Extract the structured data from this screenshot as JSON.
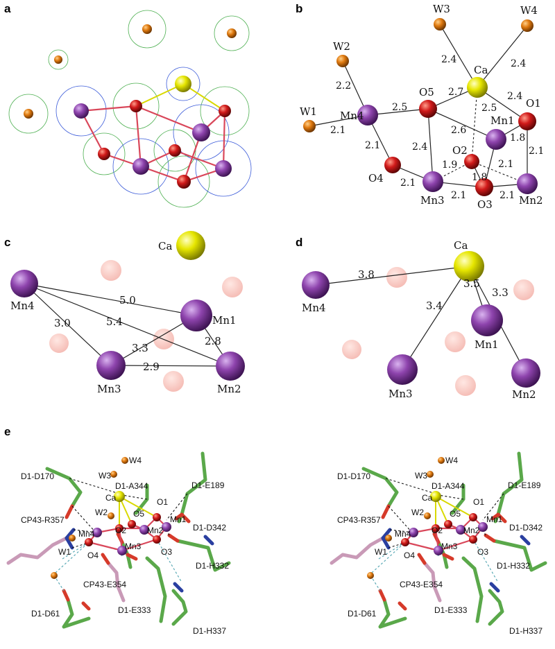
{
  "colors": {
    "mn": "#8e44ad",
    "ca": "#e6e600",
    "oxo": "#d11a1a",
    "water": "#e07a10",
    "carbon": "#5aa84a",
    "cp43_carbon": "#c99ab7",
    "nitrogen": "#2a3fa0",
    "oxygen_stick": "#d63a2a",
    "mesh_blue": "#3b5bd9",
    "mesh_green": "#4caf50"
  },
  "panel_labels": {
    "a": "a",
    "b": "b",
    "c": "c",
    "d": "d",
    "e": "e"
  },
  "panel_b": {
    "atoms": {
      "W1": "W1",
      "W2": "W2",
      "W3": "W3",
      "W4": "W4",
      "Mn1": "Mn1",
      "Mn2": "Mn2",
      "Mn3": "Mn3",
      "Mn4": "Mn4",
      "Ca": "Ca",
      "O1": "O1",
      "O2": "O2",
      "O3": "O3",
      "O4": "O4",
      "O5": "O5"
    },
    "distances": {
      "W2_Mn4": "2.2",
      "W1_Mn4": "2.1",
      "Mn4_O5": "2.5",
      "Mn4_O4": "2.1",
      "W3_Ca": "2.4",
      "W4_Ca": "2.4",
      "O5_Ca": "2.7",
      "Ca_O1": "2.4",
      "Ca_O2": "2.5",
      "O5_Mn1": "2.6",
      "O5_Mn3": "2.4",
      "Mn1_O1": "1.8",
      "O1_Mn2": "2.1",
      "O4_Mn3": "2.1",
      "Mn3_O2": "1.9",
      "O2_Mn2": "2.1",
      "O2_O3": "1.8",
      "Mn3_O3": "2.1",
      "O3_Mn2": "2.1"
    }
  },
  "panel_c": {
    "atoms": {
      "Ca": "Ca",
      "Mn1": "Mn1",
      "Mn2": "Mn2",
      "Mn3": "Mn3",
      "Mn4": "Mn4"
    },
    "distances": {
      "Mn4_Mn1": "5.0",
      "Mn4_Mn2": "5.4",
      "Mn4_Mn3": "3.0",
      "Mn3_Mn1": "3.3",
      "Mn3_Mn2": "2.9",
      "Mn1_Mn2": "2.8"
    }
  },
  "panel_d": {
    "atoms": {
      "Ca": "Ca",
      "Mn1": "Mn1",
      "Mn2": "Mn2",
      "Mn3": "Mn3",
      "Mn4": "Mn4"
    },
    "distances": {
      "Ca_Mn4": "3.8",
      "Ca_Mn3": "3.4",
      "Ca_Mn1": "3.5",
      "Ca_Mn2": "3.3"
    }
  },
  "panel_e": {
    "residues": {
      "D1_D170": "D1-D170",
      "D1_A344": "D1-A344",
      "D1_E189": "D1-E189",
      "CP43_R357": "CP43-R357",
      "D1_D342": "D1-D342",
      "D1_H332": "D1-H332",
      "CP43_E354": "CP43-E354",
      "D1_D61": "D1-D61",
      "D1_E333": "D1-E333",
      "D1_H337": "D1-H337"
    },
    "atoms": {
      "W1": "W1",
      "W2": "W2",
      "W3": "W3",
      "W4": "W4",
      "Ca": "Ca",
      "O1": "O1",
      "O2": "O2",
      "O3": "O3",
      "O4": "O4",
      "O5": "O5",
      "Mn1": "Mn1",
      "Mn2": "Mn2",
      "Mn3": "Mn3",
      "Mn4": "Mn4"
    }
  }
}
